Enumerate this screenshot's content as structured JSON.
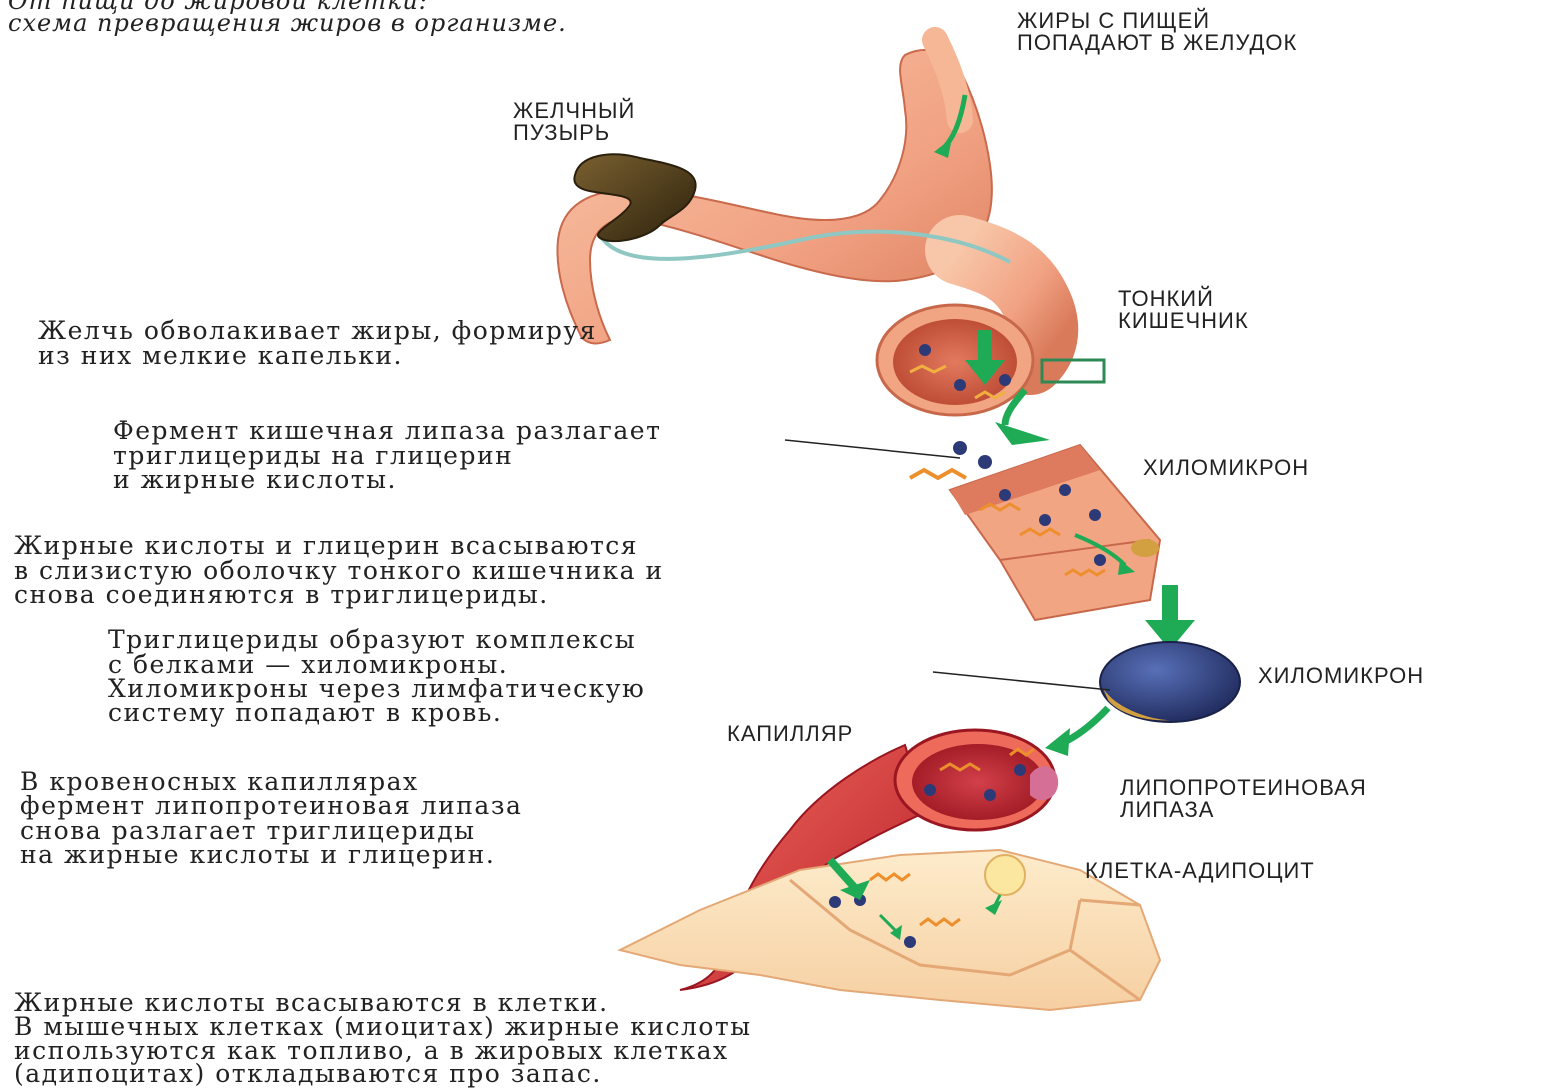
{
  "title": {
    "line1": "От пищи до жировой клетки:",
    "line2": "схема превращения жиров в организме."
  },
  "labels": {
    "stomach_1": "ЖИРЫ С ПИЩЕЙ",
    "stomach_2": "ПОПАДАЮТ В ЖЕЛУДОК",
    "gallbladder_1": "ЖЕЛЧНЫЙ",
    "gallbladder_2": "ПУЗЫРЬ",
    "small_intestine_1": "ТОНКИЙ",
    "small_intestine_2": "КИШЕЧНИК",
    "chylomicron_1": "ХИЛОМИКРОН",
    "chylomicron_2": "ХИЛОМИКРОН",
    "capillary": "КАПИЛЛЯР",
    "lipoprotein_lipase_1": "ЛИПОПРОТЕИНОВАЯ",
    "lipoprotein_lipase_2": "ЛИПАЗА",
    "adipocyte": "КЛЕТКА-АДИПОЦИТ"
  },
  "steps": {
    "bile": [
      "Желчь обволакивает жиры, формируя",
      "из них мелкие капельки."
    ],
    "lipase": [
      "Фермент кишечная липаза разлагает",
      "триглицериды на глицерин",
      "и жирные кислоты."
    ],
    "absorb": [
      "Жирные кислоты и глицерин всасываются",
      "в слизистую оболочку тонкого кишечника и",
      "снова соединяются в триглицериды."
    ],
    "chylo": [
      "Триглицериды образуют комплексы",
      "с белками — хиломикроны.",
      "Хиломикроны через лимфатическую",
      "систему попадают в кровь."
    ],
    "capillaries": [
      "В кровеносных капиллярах",
      "фермент липопротеиновая липаза",
      "снова разлагает триглицериды",
      "на жирные кислоты и глицерин."
    ],
    "cells": [
      "Жирные кислоты всасываются в клетки.",
      "В мышечных клетках (миоцитах) жирные кислоты",
      "используются как топливо, а в жировых клетках",
      "(адипоцитах) откладываются про запас."
    ]
  },
  "colors": {
    "tissue": "#f3a98a",
    "tissue_dark": "#d9785a",
    "arrow": "#1faa55",
    "chylomicron": "#2c3a78",
    "capillary": "#d8353a",
    "cell": "#fbe0b8",
    "gallbladder": "#4a3a1c"
  }
}
